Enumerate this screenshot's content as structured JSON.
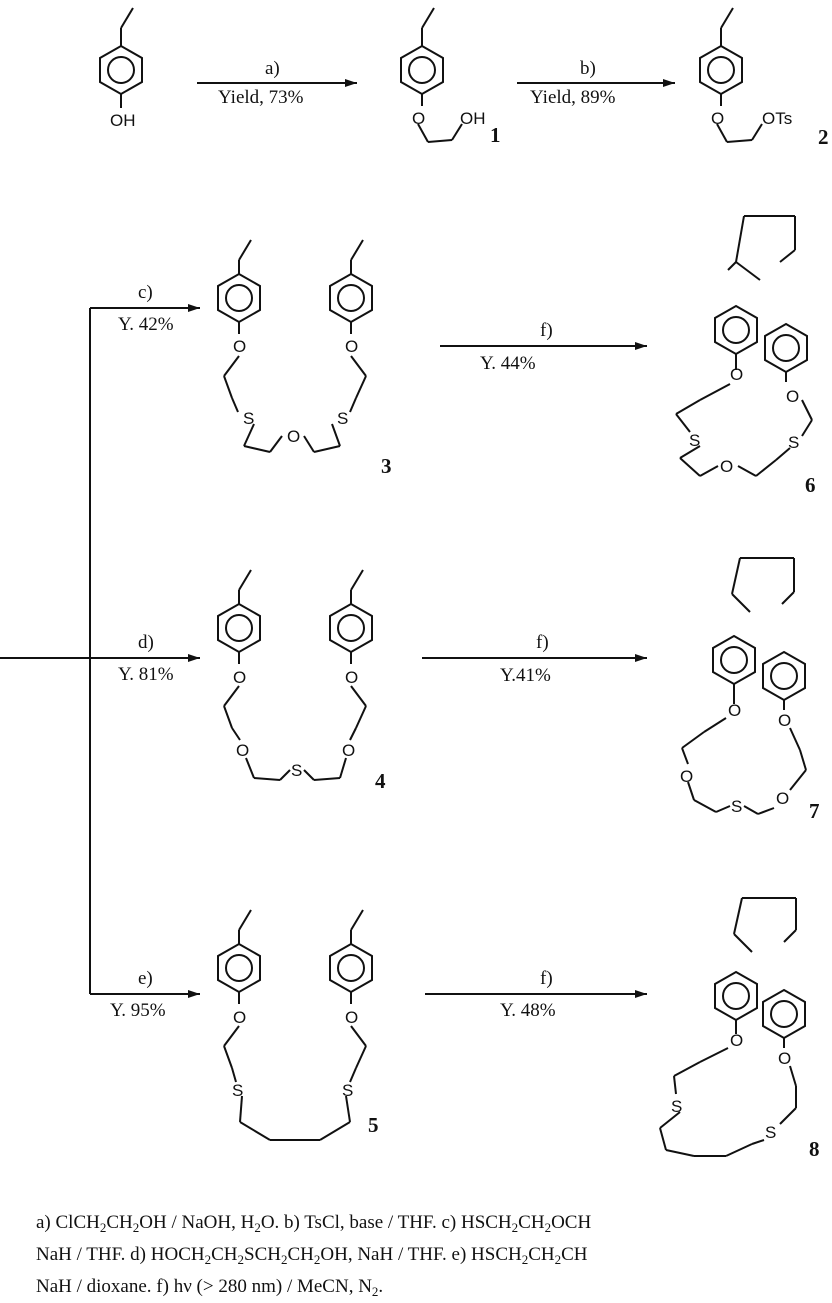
{
  "conditions": {
    "a": "a)",
    "a_yield": "Yield, 73%",
    "b": "b)",
    "b_yield": "Yield, 89%",
    "c": "c)",
    "c_yield": "Y. 42%",
    "d": "d)",
    "d_yield": "Y. 81%",
    "e": "e)",
    "e_yield": "Y. 95%",
    "f": "f)",
    "f3_yield": "Y. 44%",
    "f4_yield": "Y.41%",
    "f5_yield": "Y. 48%"
  },
  "compounds": [
    "1",
    "2",
    "3",
    "4",
    "5",
    "6",
    "7",
    "8"
  ],
  "atoms": {
    "oh": "OH",
    "o": "O",
    "s": "S",
    "ots": "OTs"
  },
  "footnote": {
    "line1": [
      {
        "t": "a) ClCH"
      },
      {
        "s": "2"
      },
      {
        "t": "CH"
      },
      {
        "s": "2"
      },
      {
        "t": "OH / NaOH, H"
      },
      {
        "s": "2"
      },
      {
        "t": "O. b) TsCl, base / THF. c) HSCH"
      },
      {
        "s": "2"
      },
      {
        "t": "CH"
      },
      {
        "s": "2"
      },
      {
        "t": "OCH"
      }
    ],
    "line2": [
      {
        "t": "NaH / THF. d) HOCH"
      },
      {
        "s": "2"
      },
      {
        "t": "CH"
      },
      {
        "s": "2"
      },
      {
        "t": "SCH"
      },
      {
        "s": "2"
      },
      {
        "t": "CH"
      },
      {
        "s": "2"
      },
      {
        "t": "OH, NaH / THF. e) HSCH"
      },
      {
        "s": "2"
      },
      {
        "t": "CH"
      },
      {
        "s": "2"
      },
      {
        "t": "CH"
      }
    ],
    "line3": [
      {
        "t": "NaH / dioxane. f) hν (> 280 nm) / MeCN, N"
      },
      {
        "s": "2"
      },
      {
        "t": "."
      }
    ]
  }
}
